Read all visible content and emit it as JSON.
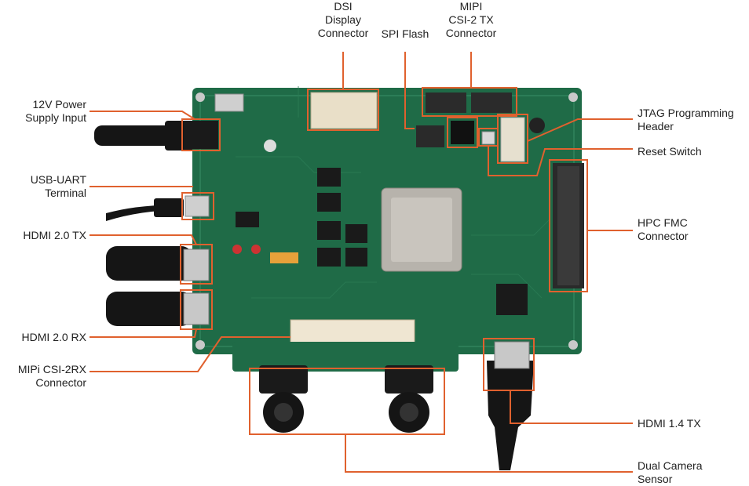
{
  "labels": {
    "dsi": "DSI\nDisplay\nConnector",
    "spi": "SPI Flash",
    "mipi_tx": "MIPI\nCSI-2 TX\nConnector",
    "power": "12V Power\nSupply Input",
    "usb_uart": "USB-UART\nTerminal",
    "hdmi_tx20": "HDMI 2.0 TX",
    "hdmi_rx20": "HDMI 2.0 RX",
    "mipi_rx": "MIPi CSI-2RX\nConnector",
    "jtag": "JTAG Programming\nHeader",
    "reset": "Reset Switch",
    "fmc": "HPC FMC\nConnector",
    "hdmi14": "HDMI 1.4 TX",
    "camera": "Dual Camera\nSensor"
  },
  "colors": {
    "callout": "#e0612e",
    "pcb": "#1f6b47",
    "pcb_dark": "#134a30",
    "cable": "#151515",
    "text": "#222222"
  }
}
